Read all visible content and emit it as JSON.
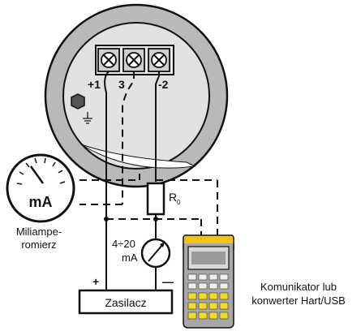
{
  "terminals": {
    "plus1": "+1",
    "t3": "3",
    "minus2": "-2"
  },
  "resistor": {
    "label_main": "R",
    "label_sub": "0"
  },
  "ammeter": {
    "range_label_line1": "4÷20",
    "range_label_line2": "mA"
  },
  "meter": {
    "unit": "mA",
    "name_line1": "Miliampe-",
    "name_line2": "romierz"
  },
  "power_supply": {
    "label": "Zasilacz",
    "plus": "+",
    "minus": "—"
  },
  "communicator": {
    "name_line1": "Komunikator lub",
    "name_line2": "konwerter Hart/USB"
  },
  "icons": [
    "hex-bolt-icon",
    "ground-icon",
    "screw-terminal-icon",
    "arrow-meter-icon",
    "handheld-communicator-icon"
  ],
  "colors": {
    "line": "#111111",
    "housing_fill": "#b9b9b9",
    "inner_fill": "#e2e2e2",
    "terminal_fill": "#cfcfcf",
    "communicator_body": "#a8a8a8",
    "communicator_keys": "#f2dc2a",
    "communicator_top": "#f2c21a"
  }
}
